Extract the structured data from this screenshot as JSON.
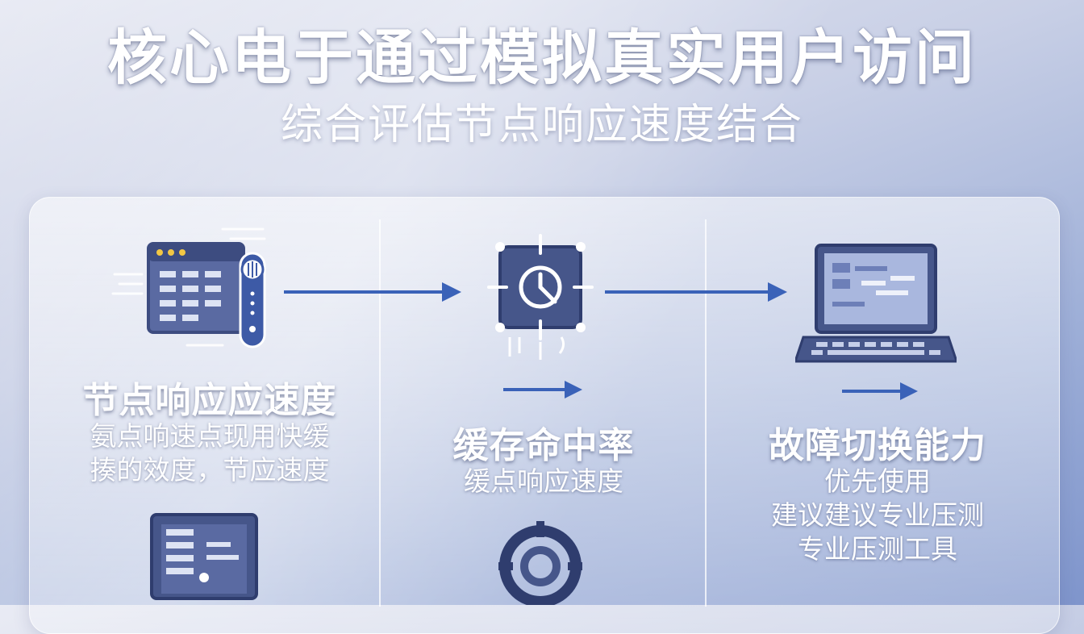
{
  "header": {
    "title": "核心电于通过模拟真实用户访问",
    "subtitle": "综合评估节点响应速度结合"
  },
  "steps": [
    {
      "title": "节点响应应速度",
      "desc_lines": [
        "氨点响速点现用快缓",
        "揍的效度，节应速度"
      ],
      "icon": "server-dashboard-gauge-icon"
    },
    {
      "title": "缓存命中率",
      "desc_lines": [
        "缓点响应速度"
      ],
      "icon": "processor-chip-icon"
    },
    {
      "title": "故障切换能力",
      "desc_lines": [
        "优先使用",
        "建议建议专业压测",
        "专业压测工具"
      ],
      "icon": "laptop-icon"
    }
  ],
  "colors": {
    "accent": "#3a62b8",
    "icon_dark": "#46568a",
    "title_text": "#ffffff"
  }
}
